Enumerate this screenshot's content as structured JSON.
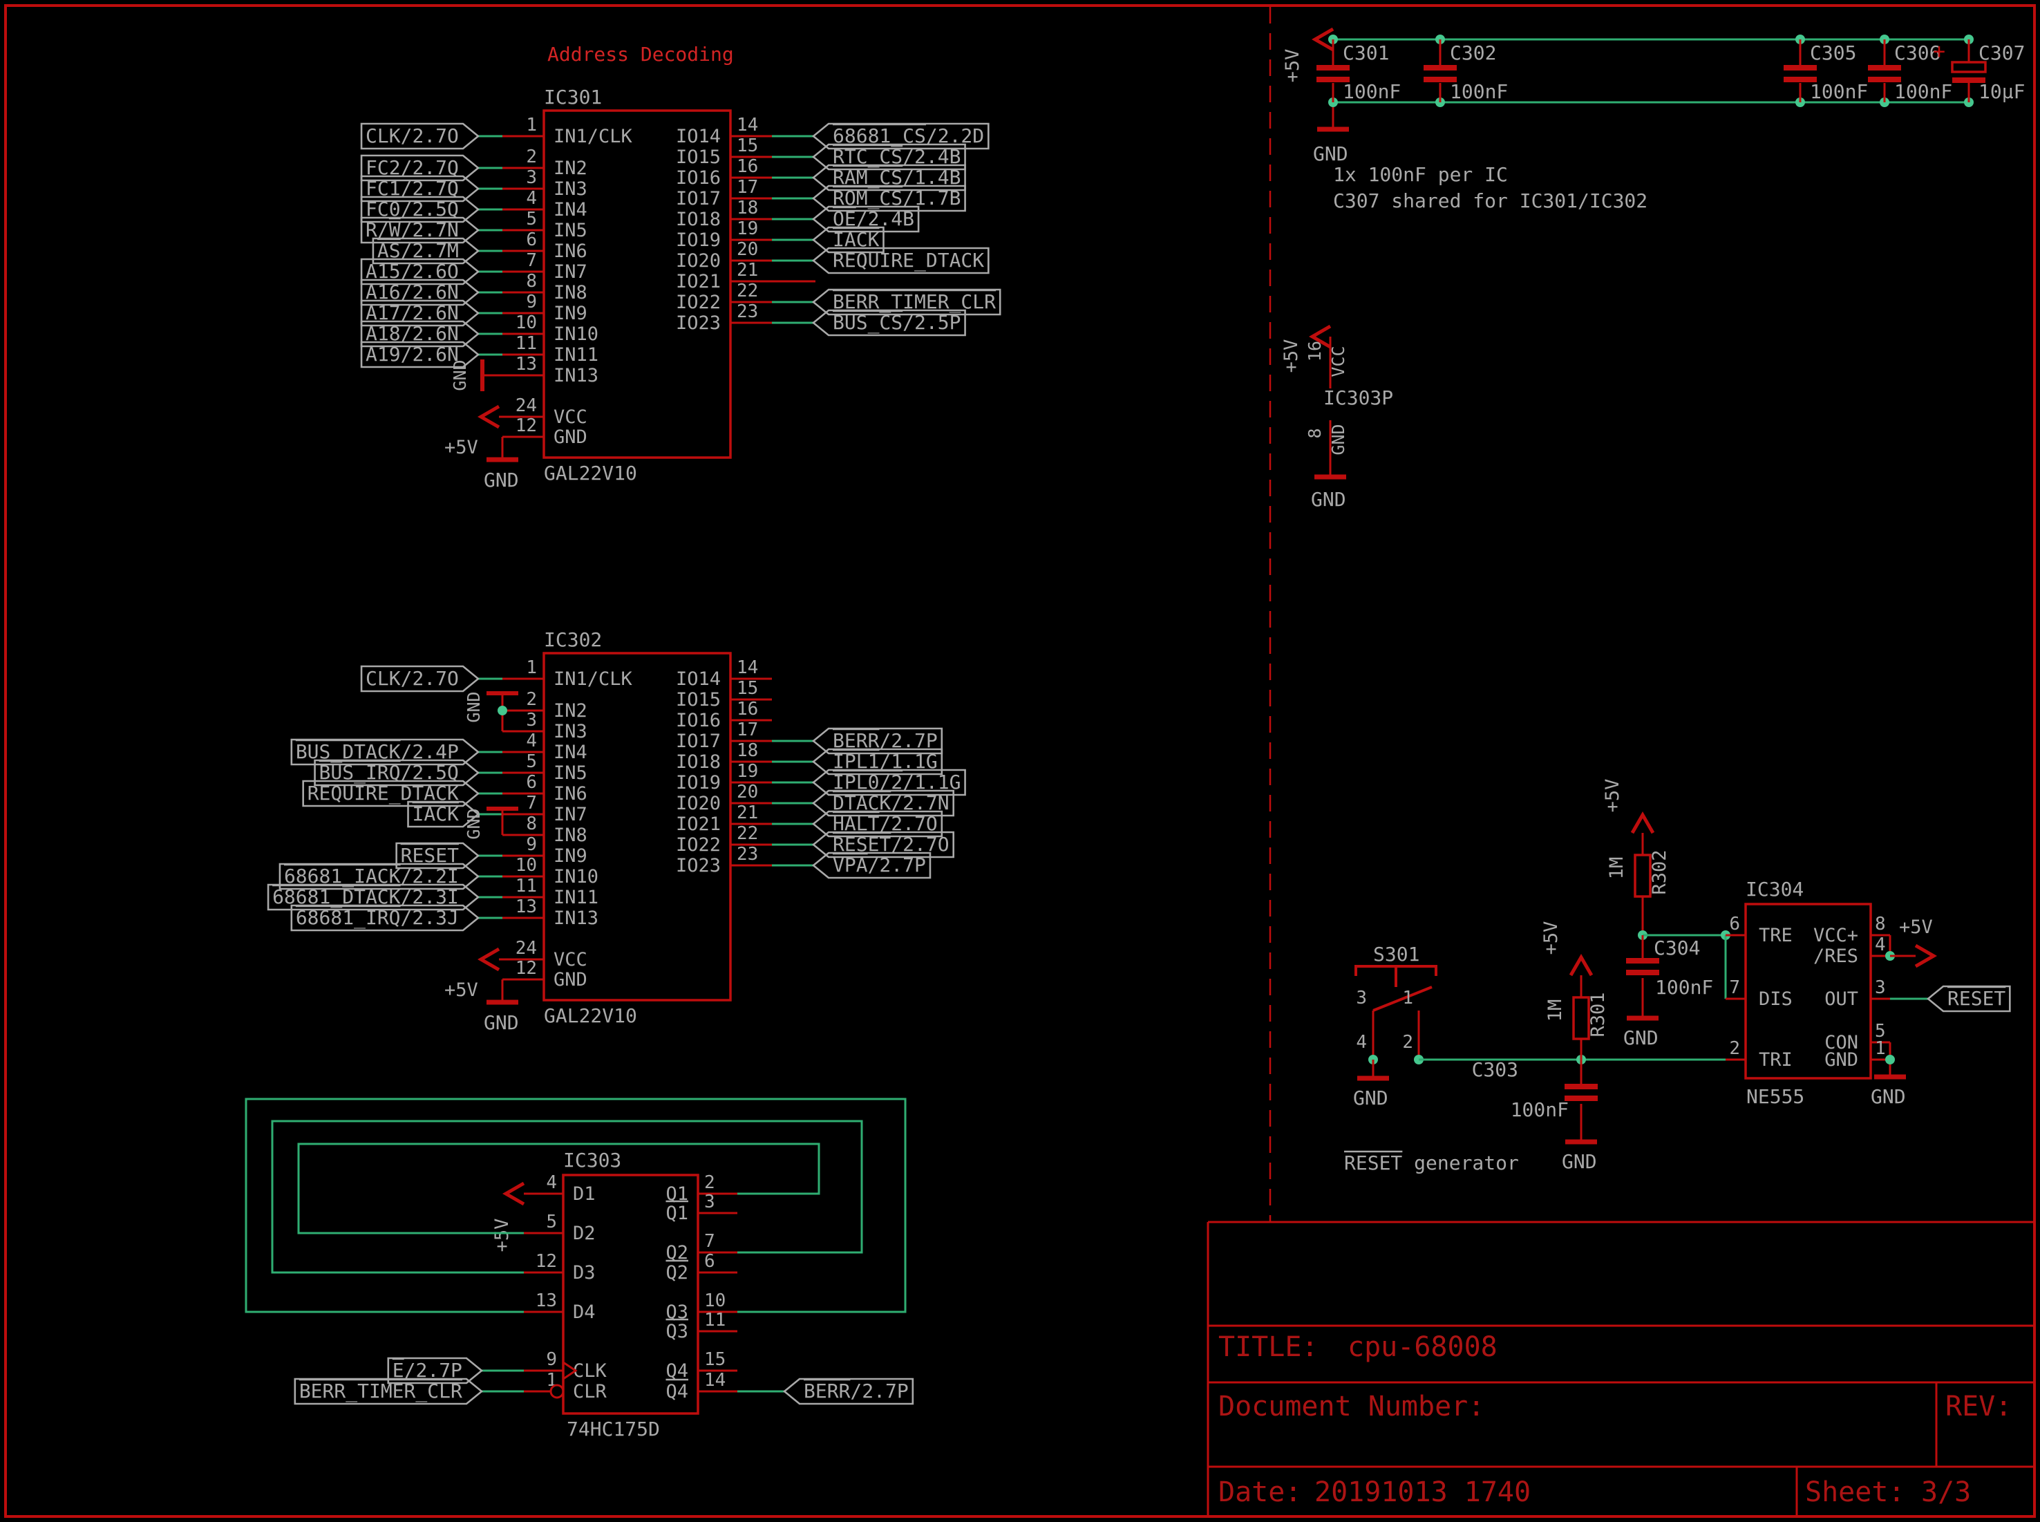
{
  "colors": {
    "red": "#bE0d0d",
    "bright_red": "#d22424",
    "tb_red": "#ab1414",
    "green": "#2fae72",
    "dot_green": "#45c78e",
    "gray": "#a9a9a9",
    "bg": "#000000"
  },
  "section_title": "Address Decoding",
  "ic301": {
    "ref": "IC301",
    "part": "GAL22V10",
    "left_pins": [
      {
        "num": "1",
        "name": "IN1/CLK",
        "label": [
          {
            "t": "CLK/2.7O"
          }
        ]
      },
      {
        "num": "2",
        "name": "IN2",
        "label": [
          {
            "t": "FC2/2.7Q"
          }
        ]
      },
      {
        "num": "3",
        "name": "IN3",
        "label": [
          {
            "t": "FC1/2.7Q"
          }
        ]
      },
      {
        "num": "4",
        "name": "IN4",
        "label": [
          {
            "t": "FC0/2.5Q"
          }
        ]
      },
      {
        "num": "5",
        "name": "IN5",
        "label": [
          {
            "t": "R/"
          },
          {
            "t": "W",
            "o": true
          },
          {
            "t": "/2.7N"
          }
        ]
      },
      {
        "num": "6",
        "name": "IN6",
        "label": [
          {
            "t": "AS",
            "o": true
          },
          {
            "t": "/2.7M"
          }
        ]
      },
      {
        "num": "7",
        "name": "IN7",
        "label": [
          {
            "t": "A15/2.6O"
          }
        ]
      },
      {
        "num": "8",
        "name": "IN8",
        "label": [
          {
            "t": "A16/2.6N"
          }
        ]
      },
      {
        "num": "9",
        "name": "IN9",
        "label": [
          {
            "t": "A17/2.6N"
          }
        ]
      },
      {
        "num": "10",
        "name": "IN10",
        "label": [
          {
            "t": "A18/2.6N"
          }
        ]
      },
      {
        "num": "11",
        "name": "IN11",
        "label": [
          {
            "t": "A19/2.6N"
          }
        ]
      },
      {
        "num": "13",
        "name": "IN13",
        "net": "GND"
      }
    ],
    "right_pins": [
      {
        "num": "14",
        "name": "IO14",
        "label": [
          {
            "t": "68681_CS",
            "o": true
          },
          {
            "t": "/2.2D"
          }
        ]
      },
      {
        "num": "15",
        "name": "IO15",
        "label": [
          {
            "t": "RTC_CS",
            "o": true
          },
          {
            "t": "/2.4B"
          }
        ]
      },
      {
        "num": "16",
        "name": "IO16",
        "label": [
          {
            "t": "RAM_CS",
            "o": true
          },
          {
            "t": "/1.4B"
          }
        ]
      },
      {
        "num": "17",
        "name": "IO17",
        "label": [
          {
            "t": "ROM_CS",
            "o": true
          },
          {
            "t": "/1.7B"
          }
        ]
      },
      {
        "num": "18",
        "name": "IO18",
        "label": [
          {
            "t": "OE",
            "o": true
          },
          {
            "t": "/2.4B"
          }
        ]
      },
      {
        "num": "19",
        "name": "IO19",
        "label": [
          {
            "t": "IACK",
            "o": true
          }
        ]
      },
      {
        "num": "20",
        "name": "IO20",
        "label": [
          {
            "t": "REQUIRE_DTACK"
          }
        ]
      },
      {
        "num": "21",
        "name": "IO21"
      },
      {
        "num": "22",
        "name": "IO22",
        "label": [
          {
            "t": "BERR_TIMER_CLR",
            "o": true
          }
        ]
      },
      {
        "num": "23",
        "name": "IO23",
        "label": [
          {
            "t": "BUS_CS",
            "o": true
          },
          {
            "t": "/2.5P"
          }
        ]
      }
    ],
    "power": {
      "vcc": {
        "num": "24",
        "name": "VCC",
        "net": "+5V"
      },
      "gnd": {
        "num": "12",
        "name": "GND",
        "net": "GND"
      }
    }
  },
  "ic302": {
    "ref": "IC302",
    "part": "GAL22V10",
    "left_pins": [
      {
        "num": "1",
        "name": "IN1/CLK",
        "label": [
          {
            "t": "CLK/2.7O"
          }
        ]
      },
      {
        "num": "2",
        "name": "IN2",
        "net": "GND"
      },
      {
        "num": "3",
        "name": "IN3",
        "net": "GND"
      },
      {
        "num": "4",
        "name": "IN4",
        "label": [
          {
            "t": "BUS_DTACK",
            "o": true
          },
          {
            "t": "/2.4P"
          }
        ]
      },
      {
        "num": "5",
        "name": "IN5",
        "label": [
          {
            "t": "BUS_IRQ",
            "o": true
          },
          {
            "t": "/2.5Q"
          }
        ]
      },
      {
        "num": "6",
        "name": "IN6",
        "label": [
          {
            "t": "REQUIRE_DTACK"
          }
        ]
      },
      {
        "num": "7",
        "name": "IN7",
        "label": [
          {
            "t": "IACK",
            "o": true
          }
        ]
      },
      {
        "num": "8",
        "name": "IN8",
        "net": "GND"
      },
      {
        "num": "9",
        "name": "IN9",
        "label": [
          {
            "t": "RESET",
            "o": true
          }
        ]
      },
      {
        "num": "10",
        "name": "IN10",
        "label": [
          {
            "t": "68681_IACK",
            "o": true
          },
          {
            "t": "/2.2I"
          }
        ]
      },
      {
        "num": "11",
        "name": "IN11",
        "label": [
          {
            "t": "68681_DTACK",
            "o": true
          },
          {
            "t": "/2.3I"
          }
        ]
      },
      {
        "num": "13",
        "name": "IN13",
        "label": [
          {
            "t": "68681_IRQ",
            "o": true
          },
          {
            "t": "/2.3J"
          }
        ]
      }
    ],
    "right_pins": [
      {
        "num": "14",
        "name": "IO14"
      },
      {
        "num": "15",
        "name": "IO15"
      },
      {
        "num": "16",
        "name": "IO16"
      },
      {
        "num": "17",
        "name": "IO17",
        "label": [
          {
            "t": "BERR",
            "o": true
          },
          {
            "t": "/2.7P"
          }
        ]
      },
      {
        "num": "18",
        "name": "IO18",
        "label": [
          {
            "t": "IPL1",
            "o": true
          },
          {
            "t": "/1.1G"
          }
        ]
      },
      {
        "num": "19",
        "name": "IO19",
        "label": [
          {
            "t": "IPL0/2",
            "o": true
          },
          {
            "t": "/1.1G"
          }
        ]
      },
      {
        "num": "20",
        "name": "IO20",
        "label": [
          {
            "t": "DTACK",
            "o": true
          },
          {
            "t": "/2.7N"
          }
        ]
      },
      {
        "num": "21",
        "name": "IO21",
        "label": [
          {
            "t": "HALT",
            "o": true
          },
          {
            "t": "/2.7O"
          }
        ]
      },
      {
        "num": "22",
        "name": "IO22",
        "label": [
          {
            "t": "RESET",
            "o": true
          },
          {
            "t": "/2.7O"
          }
        ]
      },
      {
        "num": "23",
        "name": "IO23",
        "label": [
          {
            "t": "VPA",
            "o": true
          },
          {
            "t": "/2.7P"
          }
        ]
      }
    ],
    "power": {
      "vcc": {
        "num": "24",
        "name": "VCC",
        "net": "+5V"
      },
      "gnd": {
        "num": "12",
        "name": "GND",
        "net": "GND"
      }
    }
  },
  "ic303": {
    "ref": "IC303",
    "part": "74HC175D",
    "left_pins": [
      {
        "num": "4",
        "name": "D1",
        "net": "+5V"
      },
      {
        "num": "5",
        "name": "D2"
      },
      {
        "num": "12",
        "name": "D3"
      },
      {
        "num": "13",
        "name": "D4"
      },
      {
        "num": "9",
        "name": "CLK",
        "label": [
          {
            "t": "E",
            "o": true
          },
          {
            "t": "/2.7P"
          }
        ]
      },
      {
        "num": "1",
        "name": "CLR",
        "label": [
          {
            "t": "BERR_TIMER_CLR",
            "o": true
          }
        ]
      }
    ],
    "right_pins": [
      {
        "num": "2",
        "name": "Q1"
      },
      {
        "num": "3",
        "name": "Q1",
        "bar": true
      },
      {
        "num": "7",
        "name": "Q2"
      },
      {
        "num": "6",
        "name": "Q2",
        "bar": true
      },
      {
        "num": "10",
        "name": "Q3"
      },
      {
        "num": "11",
        "name": "Q3",
        "bar": true
      },
      {
        "num": "15",
        "name": "Q4"
      },
      {
        "num": "14",
        "name": "Q4",
        "bar": true,
        "label": [
          {
            "t": "BERR",
            "o": true
          },
          {
            "t": "/2.7P"
          }
        ]
      }
    ]
  },
  "ic303p": {
    "ref": "IC303P",
    "vcc": {
      "num": "16",
      "name": "VCC",
      "net": "+5V"
    },
    "gnd": {
      "num": "8",
      "name": "GND",
      "net": "GND",
      "symbol": "GND"
    }
  },
  "ic304": {
    "ref": "IC304",
    "part": "NE555",
    "left_pins": [
      {
        "num": "6",
        "name": "TRE"
      },
      {
        "num": "7",
        "name": "DIS"
      },
      {
        "num": "2",
        "name": "TRI"
      }
    ],
    "right_pins": [
      {
        "num": "8",
        "name": "VCC+"
      },
      {
        "num": "4",
        "name": "/RES",
        "net": "+5V"
      },
      {
        "num": "3",
        "name": "OUT",
        "label": [
          {
            "t": "RESET",
            "o": true
          }
        ]
      },
      {
        "num": "5",
        "name": "CON"
      },
      {
        "num": "1",
        "name": "GND",
        "net": "GND"
      }
    ]
  },
  "decoupling": {
    "plus5v": "+5V",
    "gnd": "GND",
    "caps": [
      {
        "ref": "C301",
        "value": "100nF"
      },
      {
        "ref": "C302",
        "value": "100nF"
      },
      {
        "ref": "C305",
        "value": "100nF"
      },
      {
        "ref": "C306",
        "value": "100nF"
      },
      {
        "ref": "C307",
        "value": "10µF",
        "polarized": true,
        "polarity": "+"
      }
    ],
    "notes": [
      "1x 100nF per IC",
      "C307 shared for IC301/IC302"
    ]
  },
  "reset_gen": {
    "caption": [
      {
        "t": "RESET",
        "o": true
      },
      {
        "t": " generator"
      }
    ],
    "plus5v": "+5V",
    "gnd": "GND",
    "switch": {
      "ref": "S301",
      "pins": [
        "3",
        "1",
        "4",
        "2"
      ]
    },
    "r301": {
      "ref": "R301",
      "value": "1M"
    },
    "r302": {
      "ref": "R302",
      "value": "1M"
    },
    "c303": {
      "ref": "C303",
      "value": "100nF"
    },
    "c304": {
      "ref": "C304",
      "value": "100nF"
    }
  },
  "title_block": {
    "title_label": "TITLE:",
    "title": "cpu-68008",
    "doc_label": "Document Number:",
    "rev_label": "REV:",
    "date_label": "Date:",
    "date": "20191013 1740",
    "sheet_label": "Sheet:",
    "sheet": "3/3"
  }
}
